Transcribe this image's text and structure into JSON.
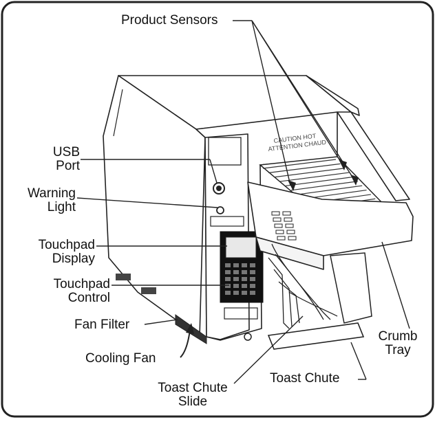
{
  "labels": {
    "product_sensors": "Product Sensors",
    "usb_port": [
      "USB",
      "Port"
    ],
    "warning_light": [
      "Warning",
      "Light"
    ],
    "touchpad_display": [
      "Touchpad",
      "Display"
    ],
    "touchpad_control": [
      "Touchpad",
      "Control"
    ],
    "fan_filter": "Fan Filter",
    "cooling_fan": "Cooling Fan",
    "toast_chute_slide": [
      "Toast Chute",
      "Slide"
    ],
    "toast_chute": "Toast Chute",
    "crumb_tray": [
      "Crumb",
      "Tray"
    ]
  },
  "decal_text": [
    "CAUTION HOT",
    "ATTENTION CHAUD"
  ]
}
